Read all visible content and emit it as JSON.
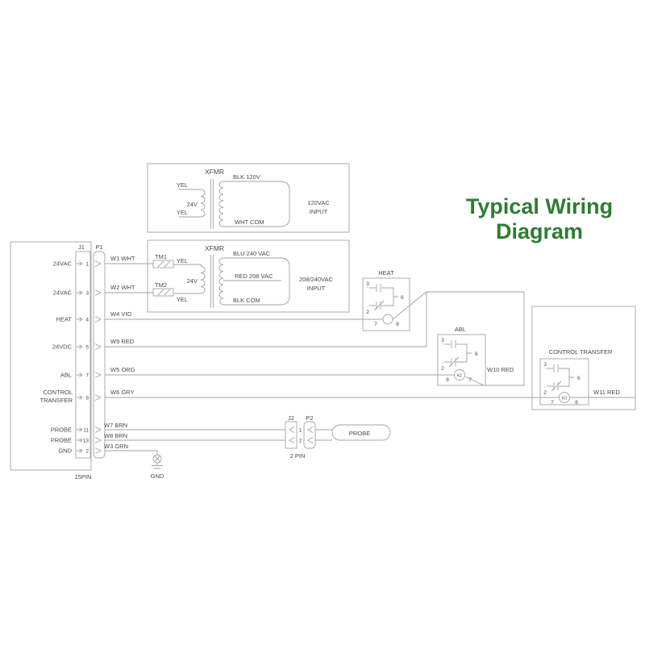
{
  "colors": {
    "title_green": "#2e7d32",
    "line_gray": "#a3a3a3",
    "text_gray": "#4a4a4a"
  },
  "title": {
    "line1": "Typical Wiring",
    "line2": "Diagram"
  },
  "xfmr_120": {
    "name": "XFMR",
    "pri_top": "YEL",
    "pri_volt": "24V",
    "pri_bot": "YEL",
    "sec_top": "BLK 120V",
    "sec_bot": "WHT COM",
    "input_line1": "120VAC",
    "input_line2": "INPUT"
  },
  "xfmr_208": {
    "name": "XFMR",
    "tm1": "TM1",
    "tm2": "TM2",
    "yel1": "YEL",
    "yel2": "YEL",
    "volt": "24V",
    "sec_top": "BLU 240 VAC",
    "sec_mid": "RED 208 VAC",
    "sec_bot": "BLK COM",
    "input_line1": "208/240VAC",
    "input_line2": "INPUT"
  },
  "j1": {
    "label": "J1",
    "p1": "P1",
    "pin_count": "15PIN",
    "row6_label1": "CONTROL",
    "row6_label2": "TRANSFER",
    "rows": [
      {
        "label": "24VAC",
        "num": "1",
        "wire": "W1 WHT"
      },
      {
        "label": "24VAC",
        "num": "3",
        "wire": "W2 WHT"
      },
      {
        "label": "HEAT",
        "num": "4",
        "wire": "W4 VIO"
      },
      {
        "label": "24VDC",
        "num": "5",
        "wire": "W9 RED"
      },
      {
        "label": "ABL",
        "num": "7",
        "wire": "W5 ORG"
      },
      {
        "label": "CONTROL TRANSFER",
        "num": "8",
        "wire": "W6 GRY"
      },
      {
        "label": "PROBE",
        "num": "11",
        "wire": "W7 BRN"
      },
      {
        "label": "PROBE",
        "num": "13",
        "wire": "W8 BRN"
      },
      {
        "label": "GND",
        "num": "2",
        "wire": "W3 GRN"
      }
    ]
  },
  "heat_relay": {
    "name": "HEAT",
    "pin3": "3",
    "pin2": "2",
    "pin6": "6",
    "pin7": "7",
    "pin8": "8"
  },
  "abl_relay": {
    "name": "ABL",
    "coil": "K2",
    "pin3": "3",
    "pin2": "2",
    "pin6": "6",
    "pin7": "7",
    "pin8": "8",
    "wire": "W10 RED"
  },
  "ct_relay": {
    "name": "CONTROL TRANSFER",
    "coil": "K3",
    "pin3": "3",
    "pin2": "2",
    "pin6": "6",
    "pin7": "7",
    "pin8": "8",
    "wire": "W11 RED"
  },
  "j2": {
    "label": "J2",
    "p2": "P2",
    "pin1": "1",
    "pin2": "2",
    "pin_count": "2 PIN",
    "probe": "PROBE"
  },
  "gnd": {
    "label": "GND"
  }
}
